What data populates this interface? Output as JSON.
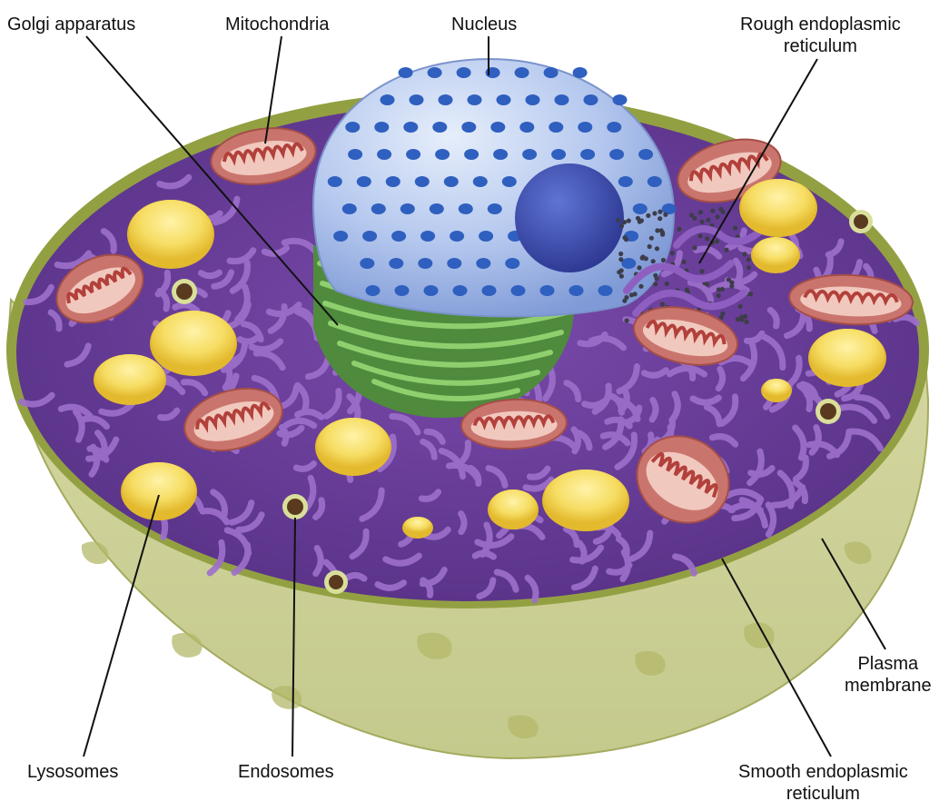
{
  "labels": {
    "golgi": "Golgi apparatus",
    "mitochondria": "Mitochondria",
    "nucleus": "Nucleus",
    "rough_er": [
      "Rough endoplasmic",
      "reticulum"
    ],
    "plasma_membrane": [
      "Plasma",
      "membrane"
    ],
    "lysosomes": "Lysosomes",
    "endosomes": "Endosomes",
    "smooth_er": [
      "Smooth endoplasmic",
      "reticulum"
    ]
  },
  "colors": {
    "membrane_outer": "#c9cc8a",
    "membrane_rim": "#8f9a3c",
    "cytoplasm": "#6a3f96",
    "er_folds": "#9a6cc8",
    "nucleus": "#a9bfe8",
    "nucleus_pores": "#2c5cb8",
    "nucleolus": "#3a4aa8",
    "golgi": "#5f9a48",
    "mitochondria": "#c9756e",
    "lysosome": "#f2d24a",
    "endosome": "#6a4a2a"
  }
}
